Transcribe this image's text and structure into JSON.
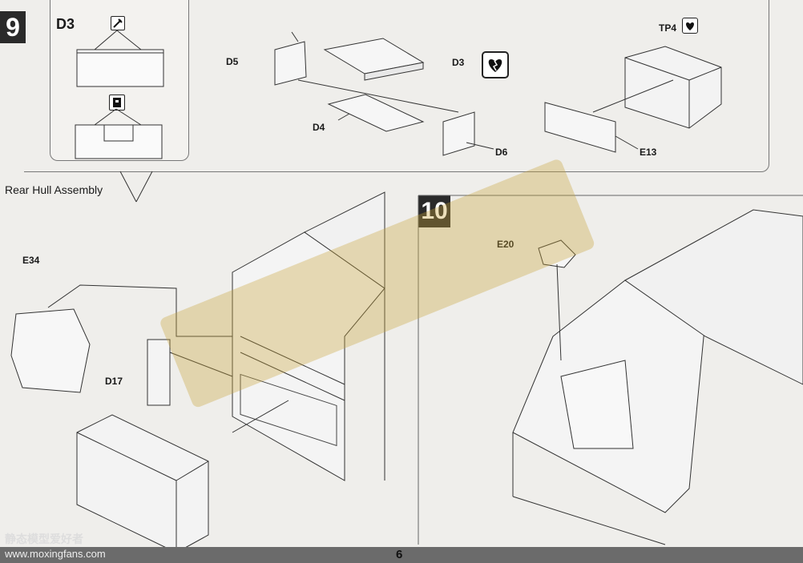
{
  "steps": {
    "step9": "9",
    "step10": "10"
  },
  "subassembly": {
    "title": "D3"
  },
  "section_title": "Rear Hull Assembly",
  "parts": {
    "d5": "D5",
    "d3": "D3",
    "d4": "D4",
    "d6": "D6",
    "tp4": "TP4",
    "e13": "E13",
    "e34": "E34",
    "d17": "D17",
    "e20": "E20"
  },
  "icons": [
    "glue-icon",
    "apply-glue-icon",
    "parts-stage-icon",
    "do-not-glue-icon"
  ],
  "footer": {
    "page_number": "6",
    "watermark_cn": "静态模型爱好者",
    "watermark_url": "www.moxingfans.com"
  },
  "colors": {
    "step_badge": "#2a2a2a",
    "paper": "#efeeeb",
    "footer_bar": "#6b6b6b",
    "watermark": "#c9a23a"
  }
}
